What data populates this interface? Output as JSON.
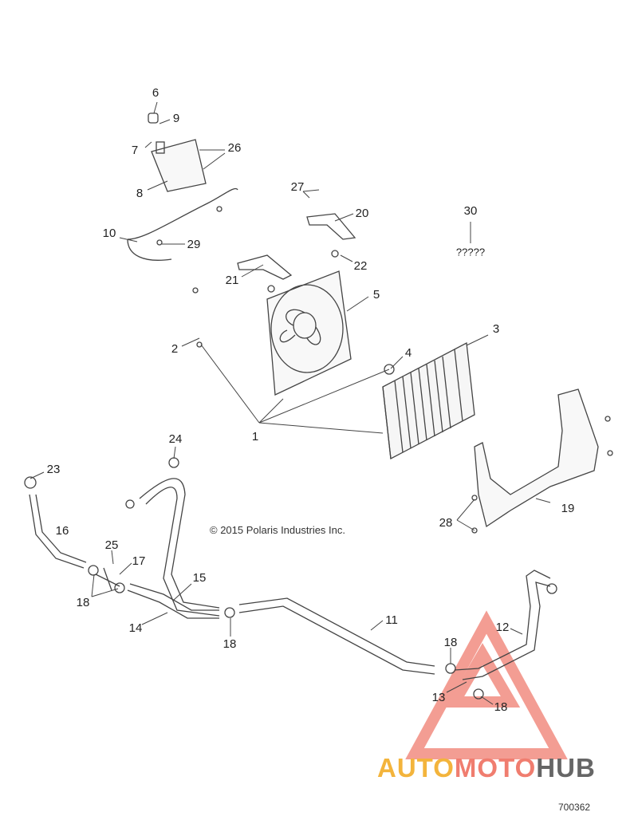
{
  "callouts": [
    "1",
    "2",
    "3",
    "4",
    "5",
    "6",
    "7",
    "8",
    "9",
    "10",
    "11",
    "12",
    "13",
    "14",
    "15",
    "16",
    "17",
    "18",
    "18",
    "18",
    "18",
    "19",
    "20",
    "21",
    "22",
    "23",
    "24",
    "25",
    "26",
    "27",
    "28",
    "29",
    "30"
  ],
  "unknown_part": "?????",
  "copyright": "© 2015 Polaris Industries Inc.",
  "drawing_number": "700362",
  "watermark": {
    "part1": "AUTO",
    "part2": "MOTO",
    "part3": "HUB"
  },
  "colors": {
    "line": "#444444",
    "watermark_red": "#f07d6f",
    "watermark_orange": "#f3b43c",
    "watermark_grey": "#666666"
  }
}
